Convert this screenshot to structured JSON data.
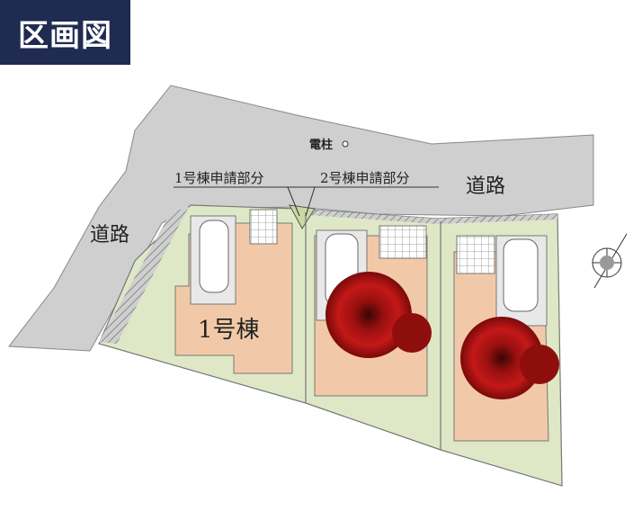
{
  "title": "区画図",
  "labels": {
    "road_left": "道路",
    "road_right": "道路",
    "utility_pole": "電柱",
    "lot1_application": "1号棟申請部分",
    "lot2_application": "2号棟申請部分",
    "building1": "1号棟"
  },
  "colors": {
    "title_bg": "#1f2b50",
    "road": "#cfcfcf",
    "land": "#dfe8c6",
    "house": "#f2c9a8",
    "rose": "#b01414"
  }
}
